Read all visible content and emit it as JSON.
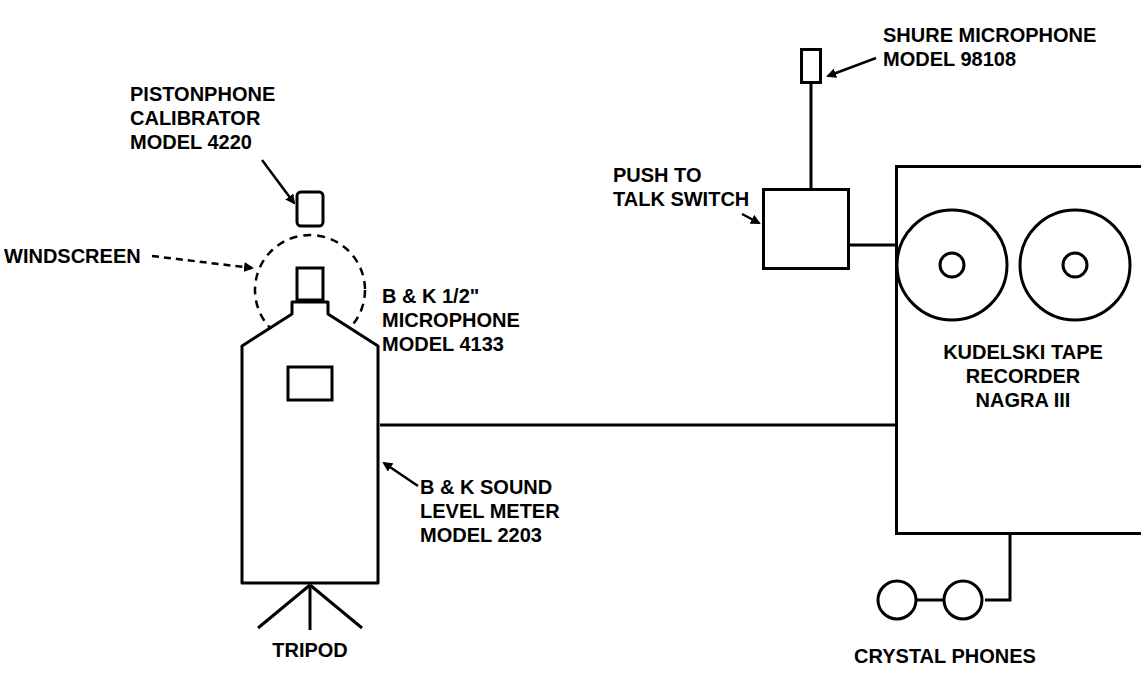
{
  "diagram": {
    "nodes": [
      {
        "text": [
          "SHURE MICROPHONE MODEL 98108"
        ]
      },
      {
        "text": [
          "PUSH TO TALK SWITCH"
        ]
      },
      {
        "text": [
          "B & K SOUND LEVEL METER MODEL 2203"
        ]
      },
      {
        "text": [
          "KUDELSKI TAPE RECORDER NAGRA III"
        ]
      },
      {
        "text": [
          "CRYSTAL PHONES"
        ]
      }
    ],
    "edges": [
      {
        "from": 0,
        "to": 1,
        "arrow": "none"
      },
      {
        "from": 1,
        "to": 3,
        "arrow": "none"
      },
      {
        "from": 2,
        "to": 3,
        "arrow": "none"
      },
      {
        "from": 3,
        "to": 4,
        "arrow": "none"
      }
    ],
    "labels": [
      "PISTONPHONE CALIBRATOR MODEL 4220",
      "WINDSCREEN",
      "B & K 1/2\" MICROPHONE MODEL 4133",
      "TRIPOD"
    ]
  }
}
